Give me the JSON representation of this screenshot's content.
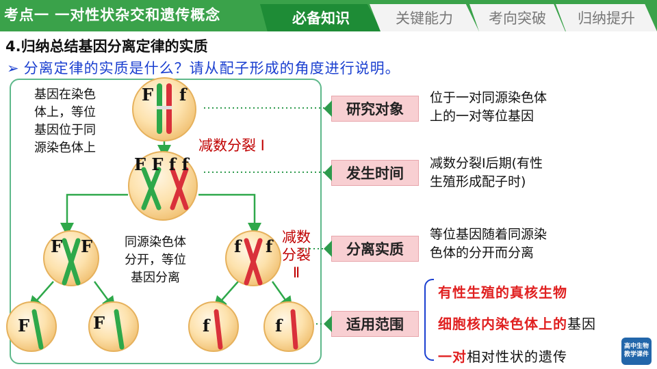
{
  "header": {
    "title": "考点一  一对性状杂交和遗传概念",
    "tabs": [
      {
        "label": "必备知识",
        "active": true
      },
      {
        "label": "关键能力",
        "active": false
      },
      {
        "label": "考向突破",
        "active": false
      },
      {
        "label": "归纳提升",
        "active": false
      }
    ]
  },
  "section_title": "4.归纳总结基因分离定律的实质",
  "question": "分离定律的实质是什么？请从配子形成的角度进行说明。",
  "diagram": {
    "note_top": [
      "基因在染色",
      "体上，等位",
      "基因位于同",
      "源染色体上"
    ],
    "note_mid": [
      "同源染色体",
      "分开，等位",
      "基因分离"
    ],
    "meiosis1": "减数分裂 I",
    "meiosis2": [
      "减数",
      "分裂",
      "Ⅱ"
    ],
    "labels": {
      "cell1_left": "F",
      "cell1_right": "f",
      "cell2": "F F f f",
      "cell3_left": "F",
      "cell3_right": "F",
      "cell4_left": "f",
      "cell4_right": "f",
      "g1": "F",
      "g2": "F",
      "g3": "f",
      "g4": "f"
    }
  },
  "keys": [
    {
      "label": "研究对象",
      "desc": [
        "位于一对同源染色体",
        "上的一对等位基因"
      ]
    },
    {
      "label": "发生时间",
      "desc": [
        "减数分裂I后期(有性",
        "生殖形成配子时)"
      ]
    },
    {
      "label": "分离实质",
      "desc": [
        "等位基因随着同源染",
        "色体的分开而分离"
      ]
    },
    {
      "label": "适用范围",
      "desc": []
    }
  ],
  "scope": {
    "line1": "有性生殖的真核生物",
    "line2_red": "细胞核内染色体上的",
    "line2_black": "基因",
    "line3_red": "一对",
    "line3_black": "相对性状的遗传"
  },
  "logo": {
    "line1": "高中生物",
    "line2": "教学课件"
  },
  "colors": {
    "header_green": "#3aa24a",
    "active_tab": "#1e8c36",
    "question_blue": "#1a3fd0",
    "key_pink": "#f8cfd2",
    "chrom_green": "#2ea84a",
    "chrom_red": "#d9303a"
  }
}
